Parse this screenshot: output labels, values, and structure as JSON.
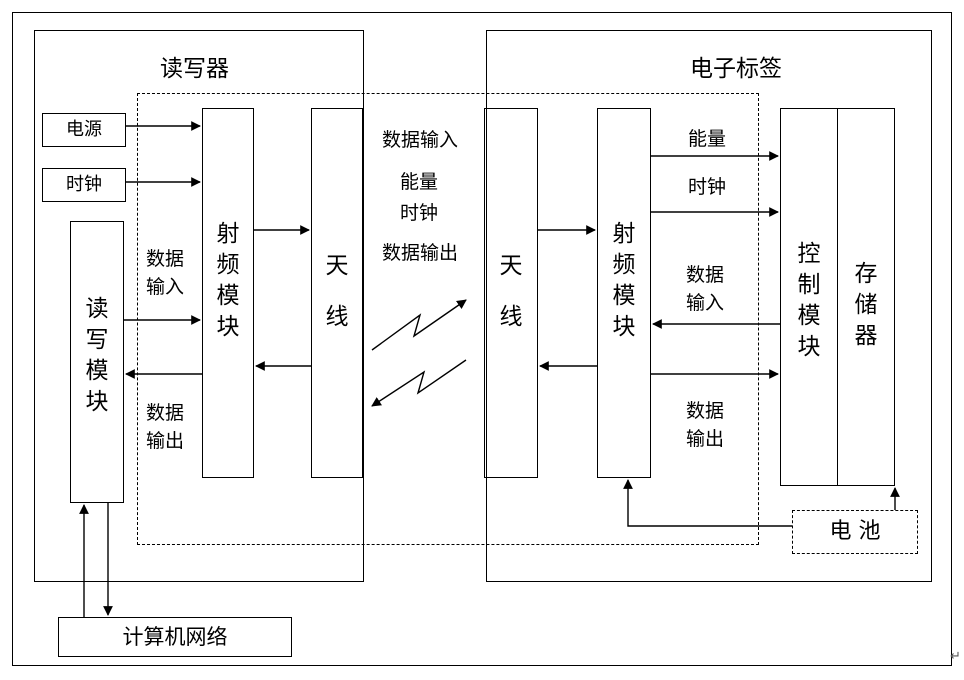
{
  "reader": {
    "title": "读写器",
    "power": "电源",
    "clock": "时钟",
    "rw_module": [
      "读",
      "写",
      "模",
      "块"
    ],
    "rf_module": [
      "射",
      "频",
      "模",
      "块"
    ],
    "antenna": [
      "天",
      "线"
    ],
    "data_in": "数据\n输入",
    "data_out": "数据\n输出",
    "network": "计算机网络"
  },
  "air": {
    "data_in": "数据输入",
    "energy": "能量",
    "clock": "时钟",
    "data_out": "数据输出"
  },
  "tag": {
    "title": "电子标签",
    "antenna": [
      "天",
      "线"
    ],
    "rf_module": [
      "射",
      "频",
      "模",
      "块"
    ],
    "control_module": [
      "控",
      "制",
      "模",
      "块"
    ],
    "storage": [
      "存",
      "储",
      "器"
    ],
    "energy": "能量",
    "clock": "时钟",
    "data_in": "数据\n输入",
    "data_out": "数据\n输出",
    "battery": "电 池"
  },
  "footer_mark": "↵"
}
